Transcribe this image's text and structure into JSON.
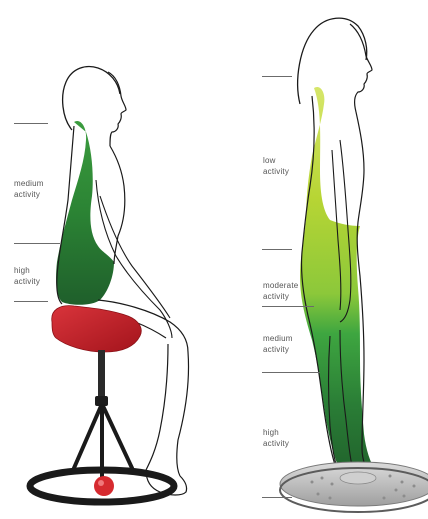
{
  "labels": {
    "left_medium_1": "medium",
    "left_medium_2": "activity",
    "left_high_1": "high",
    "left_high_2": "activity",
    "right_low_1": "low",
    "right_low_2": "activity",
    "right_moderate_1": "moderate",
    "right_moderate_2": "activity",
    "right_medium_1": "medium",
    "right_medium_2": "activity",
    "right_high_1": "high",
    "right_high_2": "activity"
  },
  "colors": {
    "outline": "#1a1a1a",
    "green_dark": "#1e6a2c",
    "green_mid": "#2f9a3a",
    "green_light": "#c7dd3a",
    "seat_red": "#c8232c",
    "board_grey": "#b9b9b9"
  },
  "icons": {
    "seated_figure": "seated-woman-silhouette",
    "standing_figure": "standing-woman-silhouette",
    "saddle_chair": "saddle-chair",
    "balance_board": "balance-board"
  }
}
